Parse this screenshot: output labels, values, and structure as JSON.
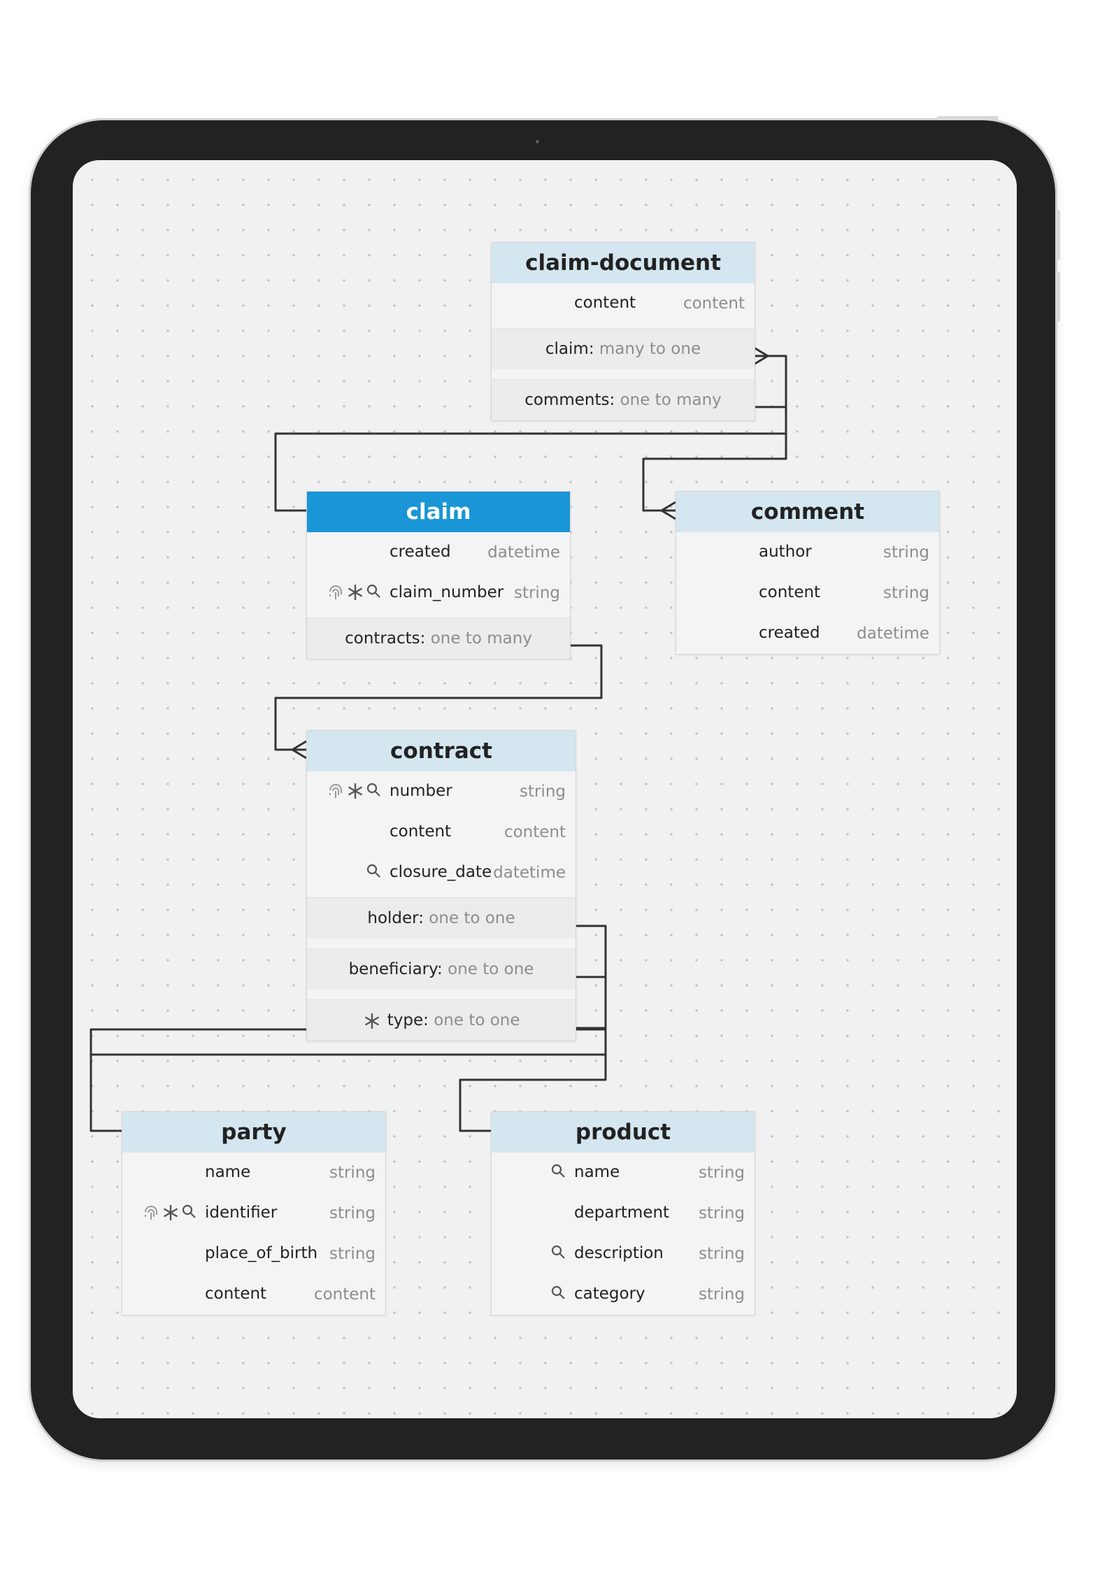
{
  "diagram": {
    "entities": {
      "claim_document": {
        "title": "claim-document",
        "fields": [
          {
            "name": "content",
            "type": "content"
          }
        ],
        "relations": [
          {
            "name": "claim:",
            "card": "many to one"
          },
          {
            "name": "comments:",
            "card": "one to many"
          }
        ]
      },
      "claim": {
        "title": "claim",
        "fields": [
          {
            "name": "created",
            "type": "datetime"
          },
          {
            "name": "claim_number",
            "type": "string"
          }
        ],
        "relations": [
          {
            "name": "contracts:",
            "card": "one to many"
          }
        ]
      },
      "comment": {
        "title": "comment",
        "fields": [
          {
            "name": "author",
            "type": "string"
          },
          {
            "name": "content",
            "type": "string"
          },
          {
            "name": "created",
            "type": "datetime"
          }
        ]
      },
      "contract": {
        "title": "contract",
        "fields": [
          {
            "name": "number",
            "type": "string"
          },
          {
            "name": "content",
            "type": "content"
          },
          {
            "name": "closure_date",
            "type": "datetime"
          }
        ],
        "relations": [
          {
            "name": "holder:",
            "card": "one to one"
          },
          {
            "name": "beneficiary:",
            "card": "one to one"
          },
          {
            "name": "type:",
            "card": "one to one"
          }
        ]
      },
      "party": {
        "title": "party",
        "fields": [
          {
            "name": "name",
            "type": "string"
          },
          {
            "name": "identifier",
            "type": "string"
          },
          {
            "name": "place_of_birth",
            "type": "string"
          },
          {
            "name": "content",
            "type": "content"
          }
        ]
      },
      "product": {
        "title": "product",
        "fields": [
          {
            "name": "name",
            "type": "string"
          },
          {
            "name": "department",
            "type": "string"
          },
          {
            "name": "description",
            "type": "string"
          },
          {
            "name": "category",
            "type": "string"
          }
        ]
      }
    },
    "colors": {
      "selected_header": "#1a96d6",
      "header": "#d4e6f0",
      "link": "#333333"
    }
  }
}
